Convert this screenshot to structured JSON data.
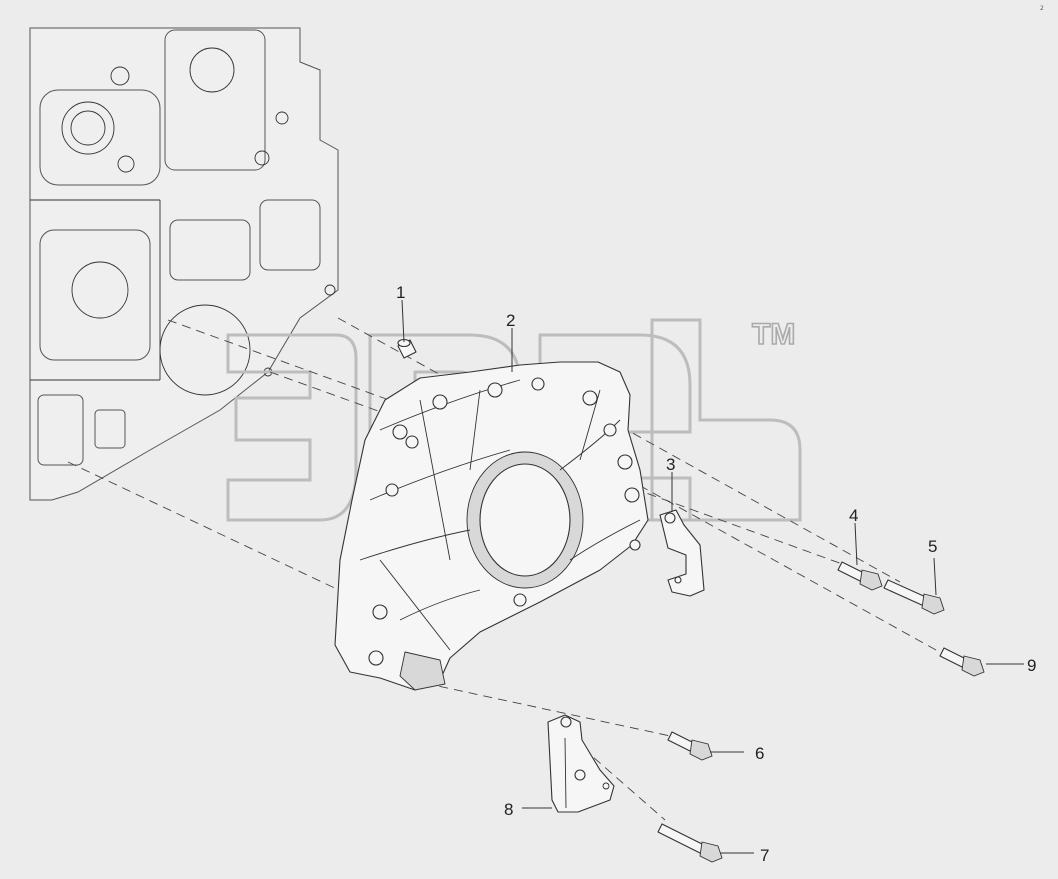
{
  "trademark_symbol": "TM",
  "corner_mark": "2",
  "callouts": [
    {
      "id": "1",
      "label": "1"
    },
    {
      "id": "2",
      "label": "2"
    },
    {
      "id": "3",
      "label": "3"
    },
    {
      "id": "4",
      "label": "4"
    },
    {
      "id": "5",
      "label": "5"
    },
    {
      "id": "6",
      "label": "6"
    },
    {
      "id": "7",
      "label": "7"
    },
    {
      "id": "8",
      "label": "8"
    },
    {
      "id": "9",
      "label": "9"
    }
  ],
  "colors": {
    "background": "#ececec",
    "line": "#333333",
    "watermark": "#bdbdbd"
  }
}
